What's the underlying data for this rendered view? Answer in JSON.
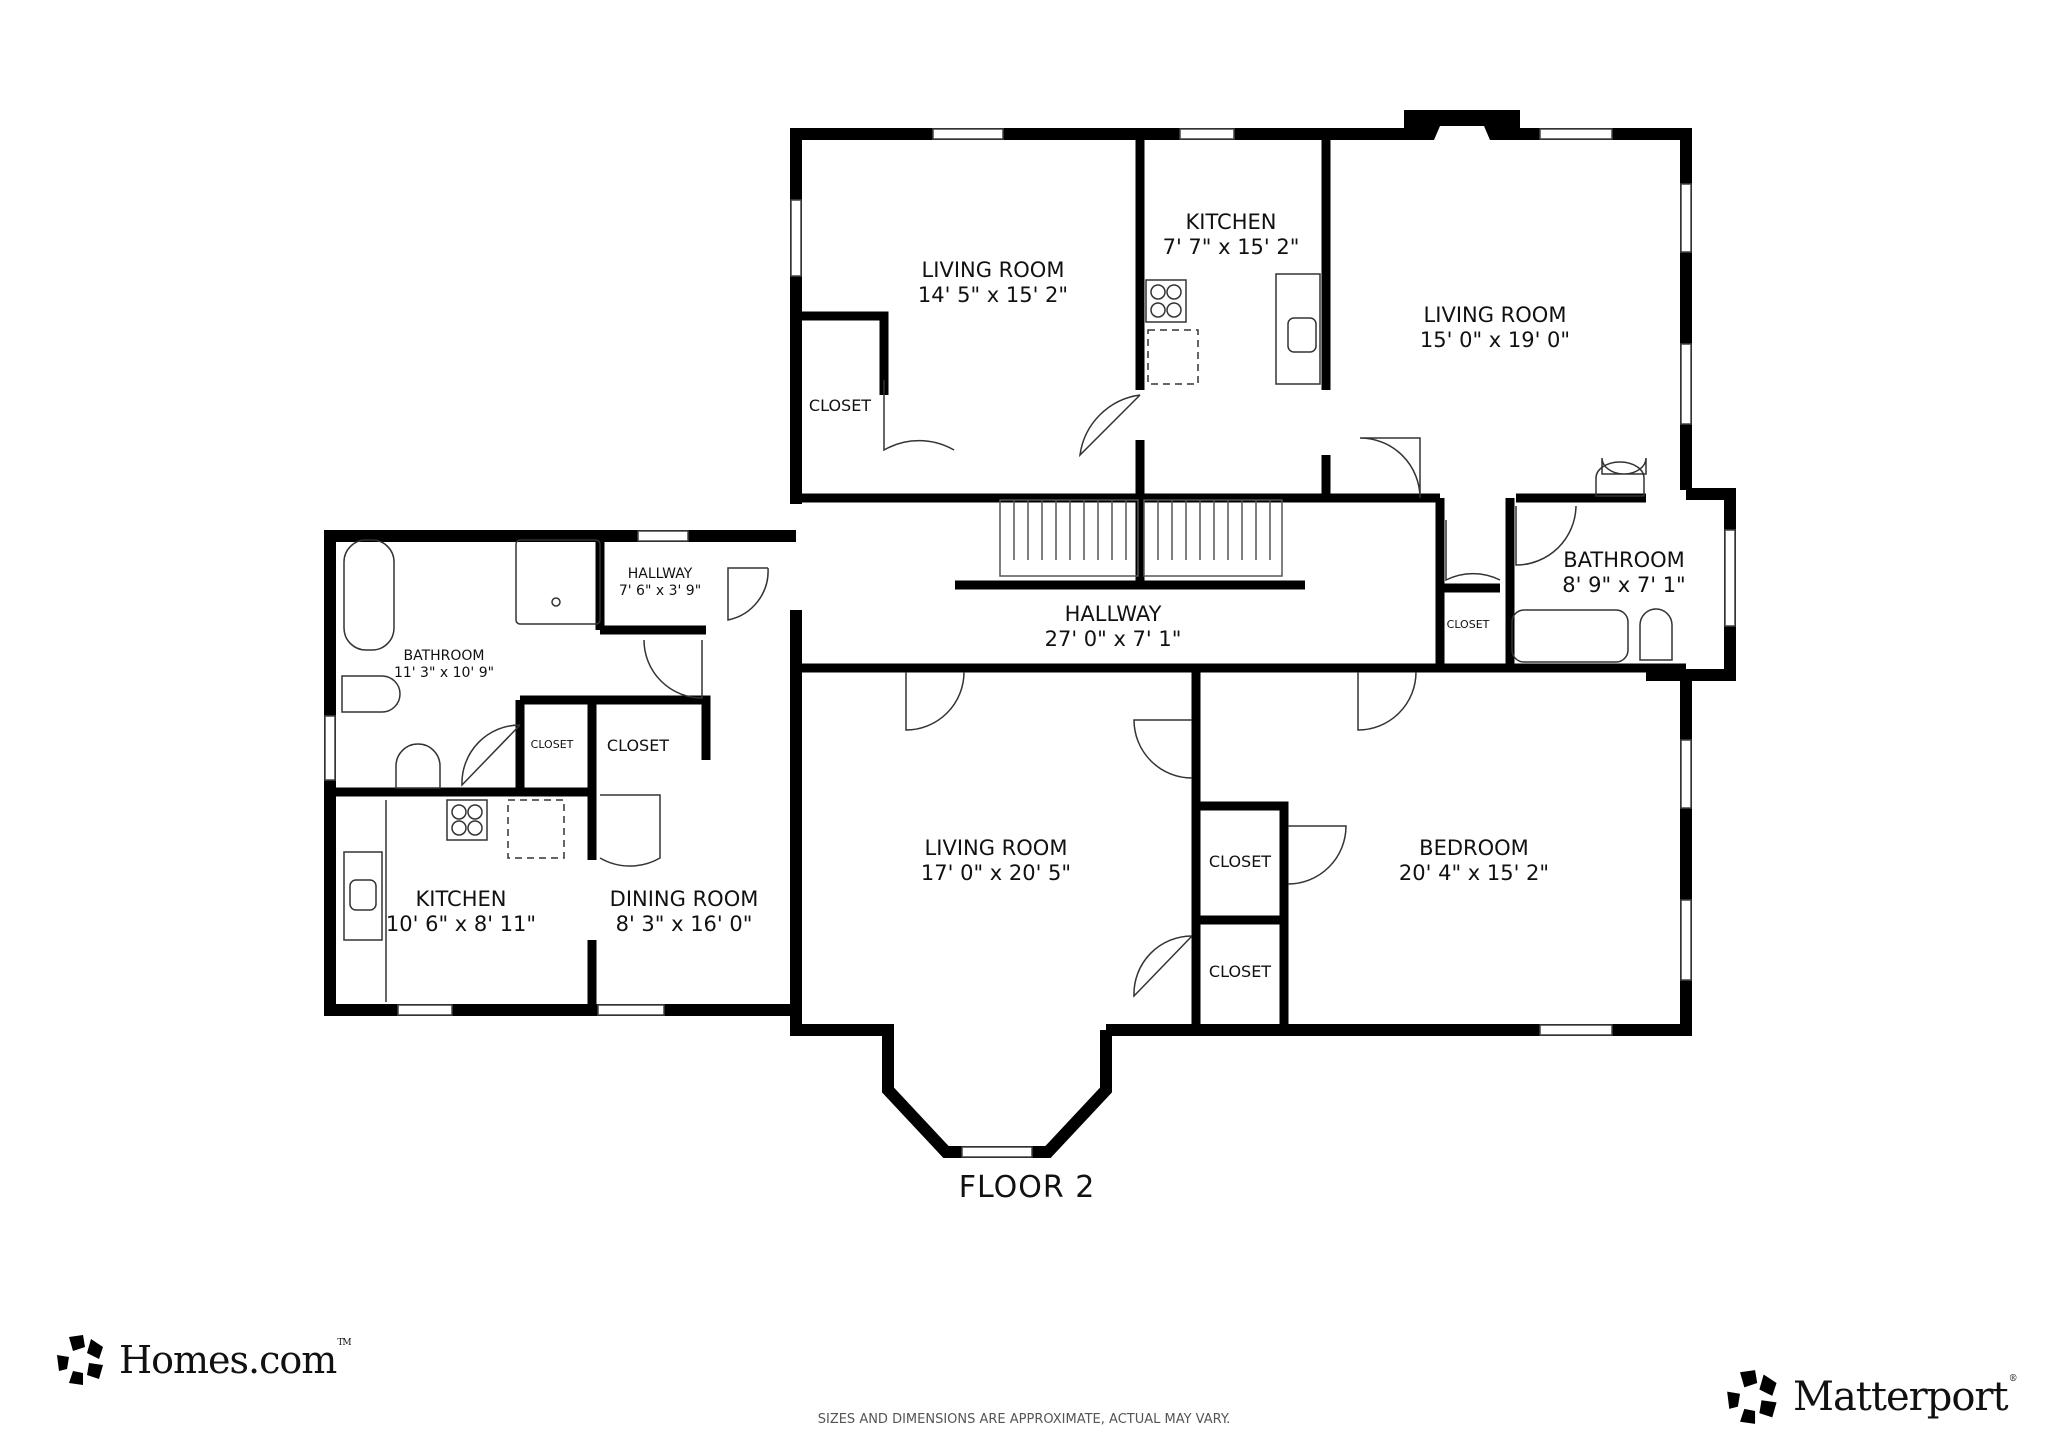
{
  "floor": {
    "title": "FLOOR 2",
    "disclaimer": "SIZES AND DIMENSIONS ARE APPROXIMATE, ACTUAL MAY VARY."
  },
  "rooms": {
    "living_room_nw": {
      "name": "LIVING ROOM",
      "dims": "14' 5\" x 15' 2\""
    },
    "kitchen_n": {
      "name": "KITCHEN",
      "dims": "7' 7\" x 15' 2\""
    },
    "living_room_ne": {
      "name": "LIVING ROOM",
      "dims": "15' 0\" x 19' 0\""
    },
    "closet_nw": {
      "name": "CLOSET"
    },
    "hallway_main": {
      "name": "HALLWAY",
      "dims": "27' 0\" x 7' 1\""
    },
    "hallway_small": {
      "name": "HALLWAY",
      "dims": "7' 6\" x 3' 9\""
    },
    "bathroom_w": {
      "name": "BATHROOM",
      "dims": "11' 3\" x 10' 9\""
    },
    "closet_w_small": {
      "name": "CLOSET"
    },
    "closet_w_large": {
      "name": "CLOSET"
    },
    "kitchen_w": {
      "name": "KITCHEN",
      "dims": "10' 6\" x 8' 11\""
    },
    "dining_room": {
      "name": "DINING ROOM",
      "dims": "8' 3\" x 16' 0\""
    },
    "living_room_s": {
      "name": "LIVING ROOM",
      "dims": "17' 0\" x 20' 5\""
    },
    "bedroom": {
      "name": "BEDROOM",
      "dims": "20' 4\" x 15' 2\""
    },
    "closet_bed_upper": {
      "name": "CLOSET"
    },
    "closet_bed_lower": {
      "name": "CLOSET"
    },
    "closet_e": {
      "name": "CLOSET"
    },
    "bathroom_e": {
      "name": "BATHROOM",
      "dims": "8' 9\" x 7' 1\""
    }
  },
  "brands": {
    "left": {
      "name": "Homes.com",
      "mark": "TM",
      "icon": "pentagon-star-logo-icon"
    },
    "right": {
      "name": "Matterport",
      "mark": "®",
      "icon": "pentagon-star-logo-icon"
    }
  },
  "colors": {
    "wall": "#000000",
    "background": "#ffffff",
    "fixture": "#333333",
    "disclaimer": "#555555"
  }
}
